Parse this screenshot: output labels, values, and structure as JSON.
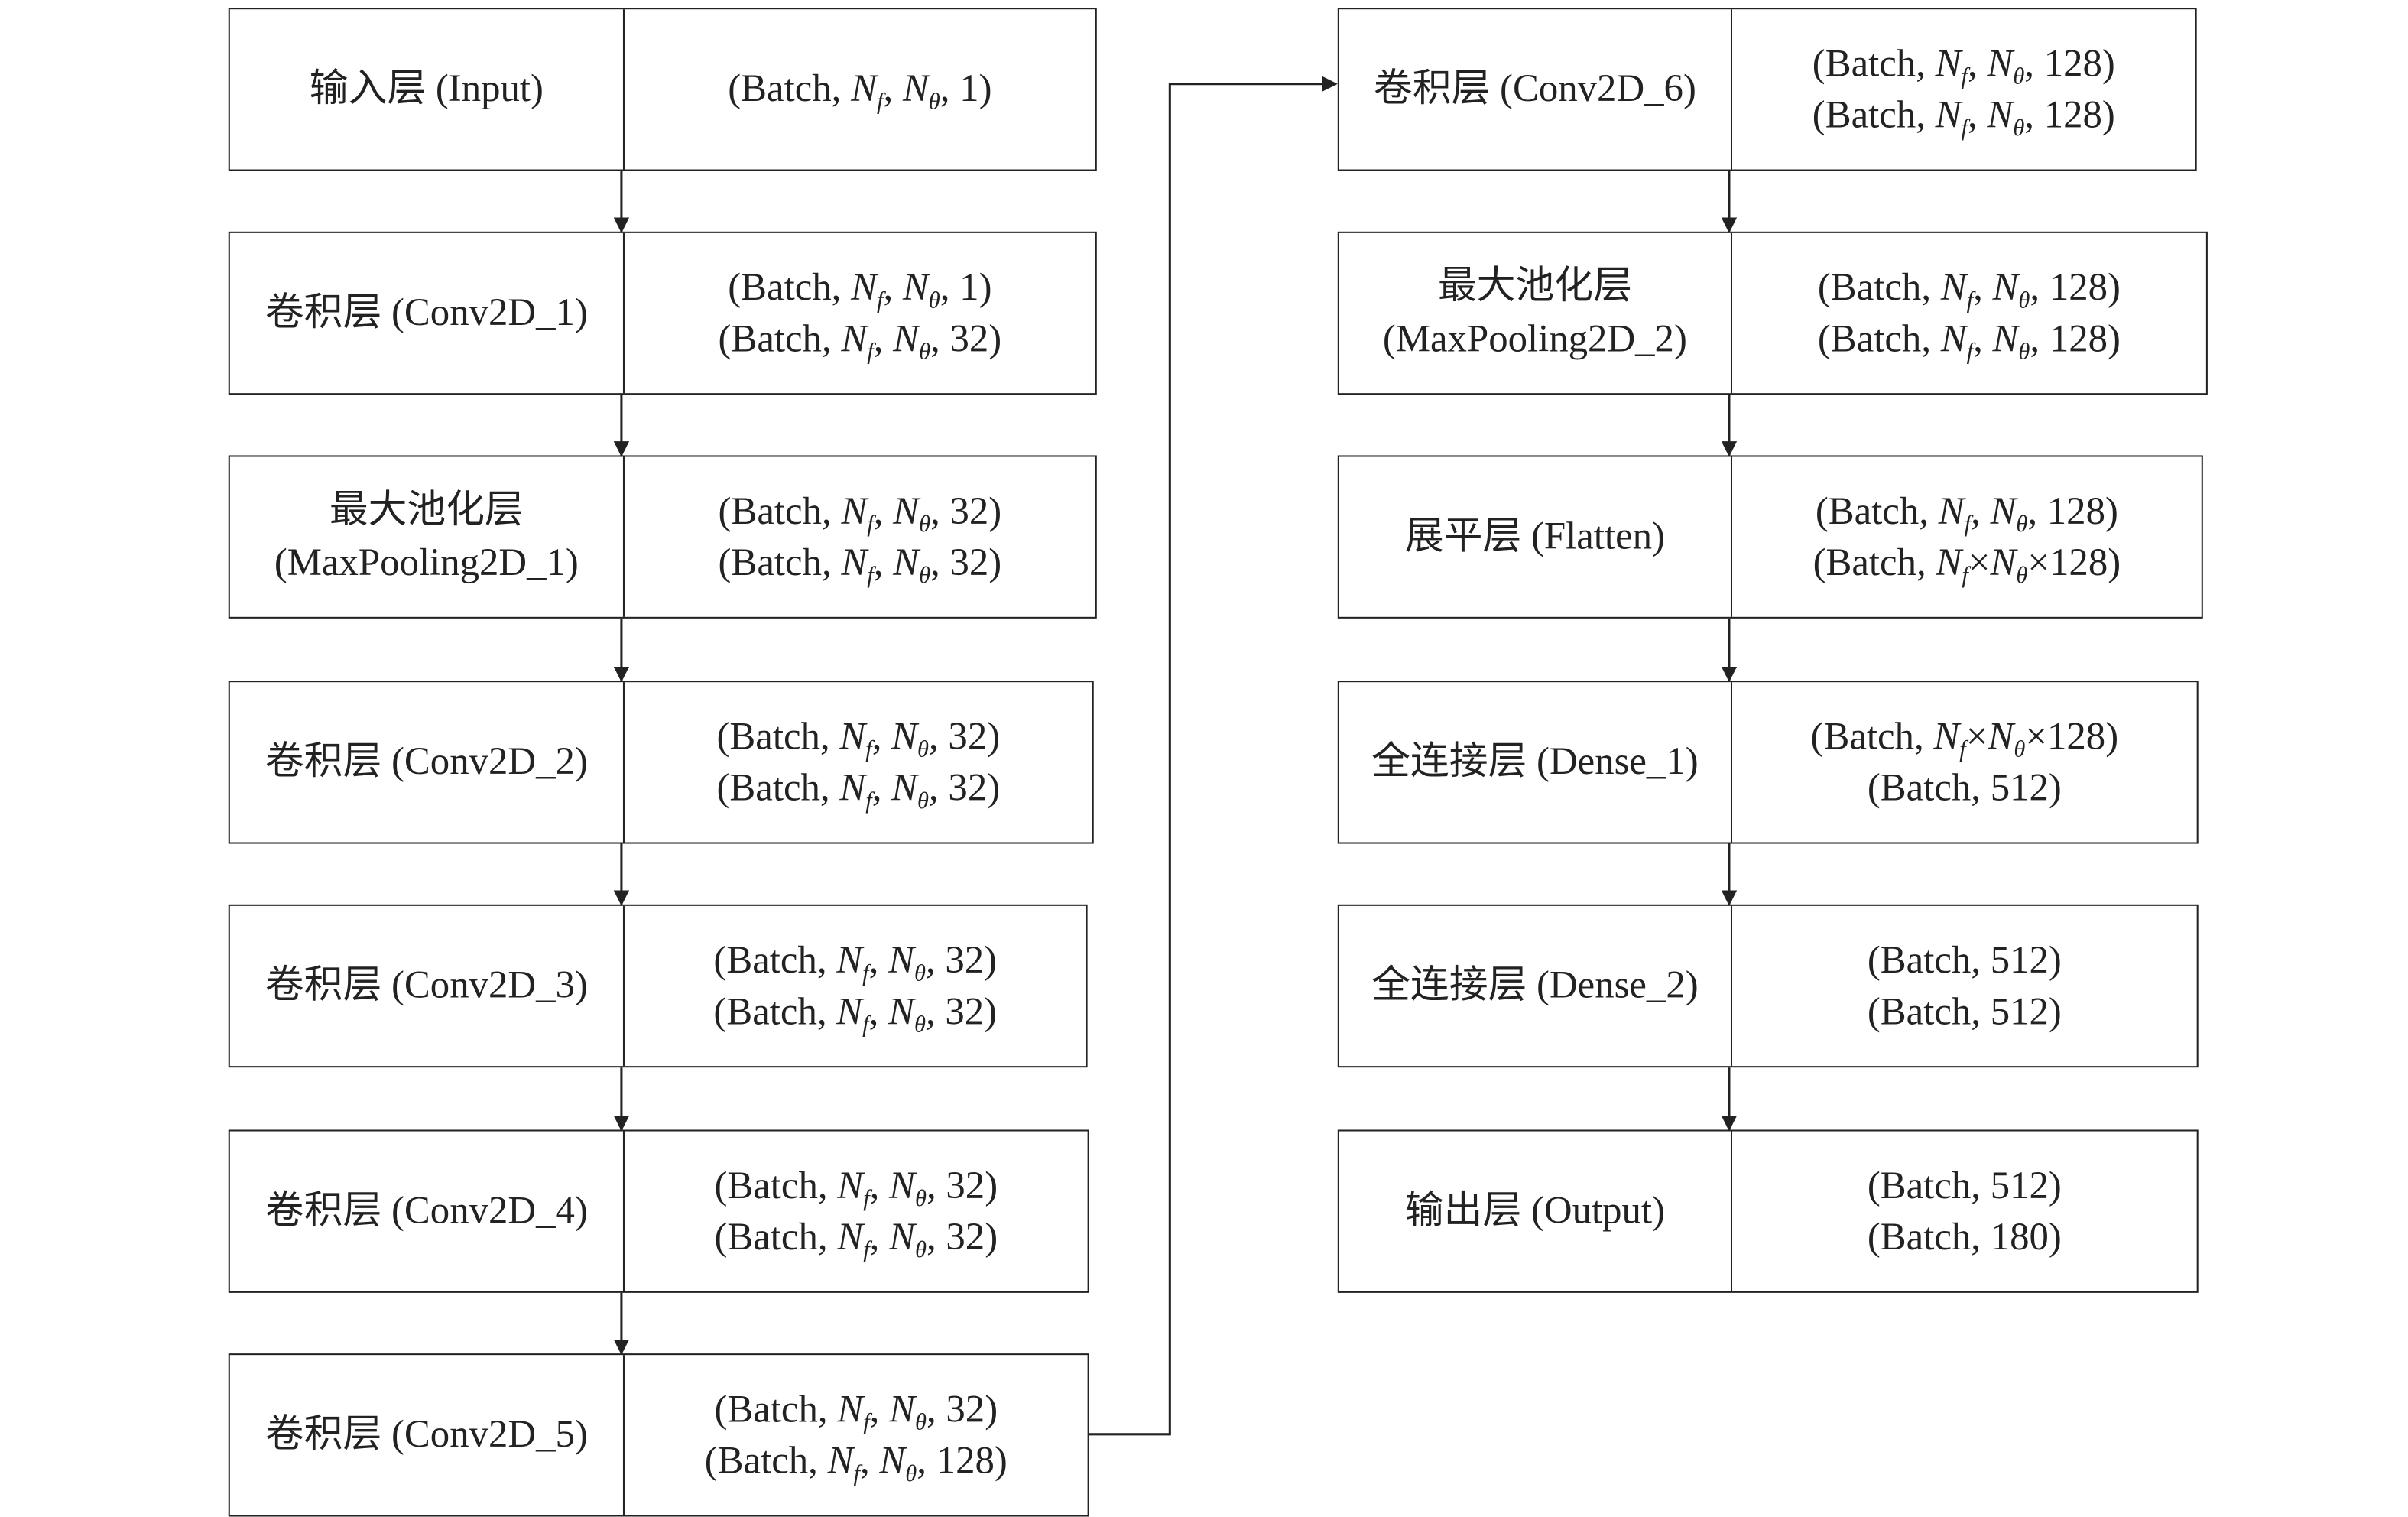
{
  "left_column": [
    {
      "name": [
        "输入层 (Input)"
      ],
      "shapes": [
        "(Batch, N_f, N_θ, 1)"
      ]
    },
    {
      "name": [
        "卷积层 (Conv2D_1)"
      ],
      "shapes": [
        "(Batch, N_f, N_θ, 1)",
        "(Batch, N_f, N_θ, 32)"
      ]
    },
    {
      "name": [
        "最大池化层",
        "(MaxPooling2D_1)"
      ],
      "shapes": [
        "(Batch, N_f, N_θ, 32)",
        "(Batch, N_f, N_θ, 32)"
      ]
    },
    {
      "name": [
        "卷积层 (Conv2D_2)"
      ],
      "shapes": [
        "(Batch, N_f, N_θ, 32)",
        "(Batch, N_f, N_θ, 32)"
      ]
    },
    {
      "name": [
        "卷积层 (Conv2D_3)"
      ],
      "shapes": [
        "(Batch, N_f, N_θ, 32)",
        "(Batch, N_f, N_θ, 32)"
      ]
    },
    {
      "name": [
        "卷积层 (Conv2D_4)"
      ],
      "shapes": [
        "(Batch, N_f, N_θ, 32)",
        "(Batch, N_f, N_θ, 32)"
      ]
    },
    {
      "name": [
        "卷积层 (Conv2D_5)"
      ],
      "shapes": [
        "(Batch, N_f, N_θ, 32)",
        "(Batch, N_f, N_θ, 128)"
      ]
    }
  ],
  "right_column": [
    {
      "name": [
        "卷积层 (Conv2D_6)"
      ],
      "shapes": [
        "(Batch, N_f, N_θ, 128)",
        "(Batch, N_f, N_θ, 128)"
      ]
    },
    {
      "name": [
        "最大池化层",
        "(MaxPooling2D_2)"
      ],
      "shapes": [
        "(Batch, N_f, N_θ, 128)",
        "(Batch, N_f, N_θ, 128)"
      ]
    },
    {
      "name": [
        "展平层 (Flatten)"
      ],
      "shapes": [
        "(Batch, N_f, N_θ, 128)",
        "(Batch, N_f×N_θ×128)"
      ]
    },
    {
      "name": [
        "全连接层 (Dense_1)"
      ],
      "shapes": [
        "(Batch, N_f×N_θ×128)",
        "(Batch, 512)"
      ]
    },
    {
      "name": [
        "全连接层 (Dense_2)"
      ],
      "shapes": [
        "(Batch, 512)",
        "(Batch, 512)"
      ]
    },
    {
      "name": [
        "输出层 (Output)"
      ],
      "shapes": [
        "(Batch, 512)",
        "(Batch, 180)"
      ]
    }
  ]
}
